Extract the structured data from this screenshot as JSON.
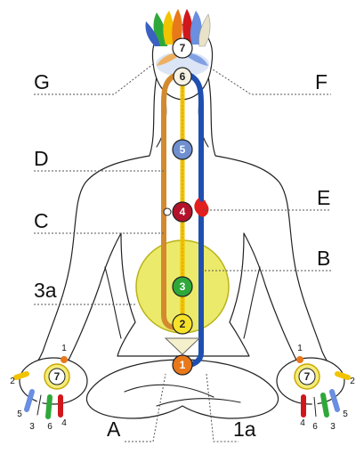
{
  "labels": {
    "G": "G",
    "F": "F",
    "D": "D",
    "E": "E",
    "C": "C",
    "B": "B",
    "3a": "3a",
    "A": "A",
    "1a": "1a"
  },
  "chakras": {
    "c1": "1",
    "c2": "2",
    "c3": "3",
    "c4": "4",
    "c5": "5",
    "c6": "6",
    "c7": "7"
  },
  "hands": {
    "left_center": "7",
    "right_center": "7",
    "left_fingers": {
      "thumb": "1",
      "index": "2",
      "middle": "5",
      "ring": "3",
      "little": "6",
      "extra": "4"
    },
    "right_fingers": {
      "thumb": "1",
      "index": "2",
      "middle": "5",
      "ring": "3",
      "little": "6",
      "extra": "4"
    }
  },
  "colors": {
    "sushumna": "#1f4fb0",
    "ida": "#d38a2e",
    "pingala": "#f2c300",
    "c1": "#e8781a",
    "c2": "#f7e22a",
    "c3": "#2fa83a",
    "c4": "#b3122a",
    "c5": "#6f8fd0",
    "c6": "#f6f3e4",
    "c7": "#ffffff",
    "solar_disc": "#ecea6a",
    "flame": "#e21e1e"
  },
  "icons": {
    "crown": "lotus-petals-icon",
    "heart": "flame-icon",
    "base": "triangle-icon"
  }
}
